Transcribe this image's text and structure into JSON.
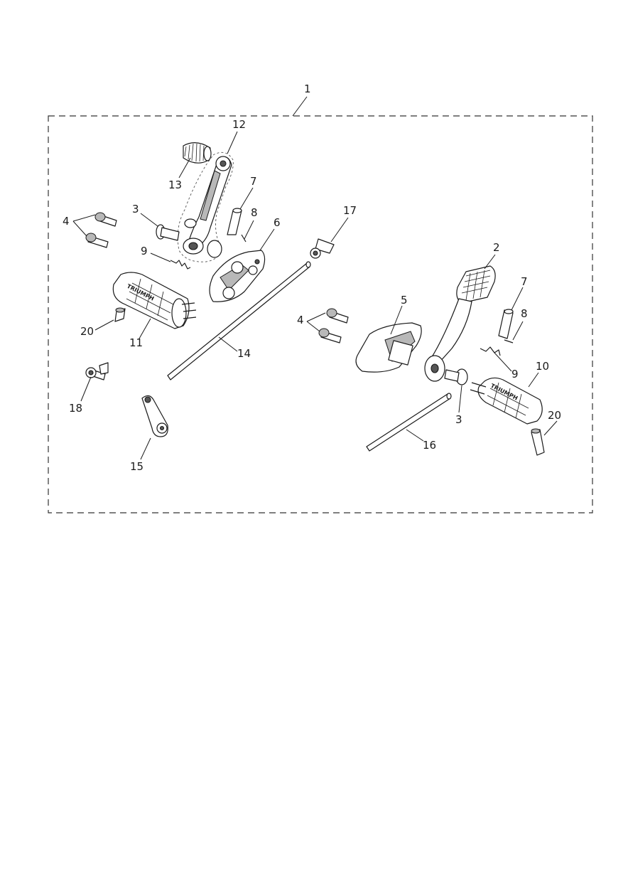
{
  "callouts": [
    {
      "id": "1",
      "label": "1"
    },
    {
      "id": "12",
      "label": "12"
    },
    {
      "id": "13",
      "label": "13"
    },
    {
      "id": "7a",
      "label": "7"
    },
    {
      "id": "8a",
      "label": "8"
    },
    {
      "id": "17",
      "label": "17"
    },
    {
      "id": "6",
      "label": "6"
    },
    {
      "id": "4a",
      "label": "4"
    },
    {
      "id": "3a",
      "label": "3"
    },
    {
      "id": "9a",
      "label": "9"
    },
    {
      "id": "2",
      "label": "2"
    },
    {
      "id": "7b",
      "label": "7"
    },
    {
      "id": "8b",
      "label": "8"
    },
    {
      "id": "5",
      "label": "5"
    },
    {
      "id": "4b",
      "label": "4"
    },
    {
      "id": "20a",
      "label": "20"
    },
    {
      "id": "11",
      "label": "11"
    },
    {
      "id": "14",
      "label": "14"
    },
    {
      "id": "9b",
      "label": "9"
    },
    {
      "id": "10",
      "label": "10"
    },
    {
      "id": "18",
      "label": "18"
    },
    {
      "id": "3b",
      "label": "3"
    },
    {
      "id": "20b",
      "label": "20"
    },
    {
      "id": "16",
      "label": "16"
    },
    {
      "id": "15",
      "label": "15"
    }
  ],
  "logo": {
    "text": "TRIUMPH"
  },
  "colors": {
    "line": "#1a1a1a",
    "fill_dark": "#555555",
    "fill_mid": "#b8b8b8",
    "background": "#ffffff"
  }
}
